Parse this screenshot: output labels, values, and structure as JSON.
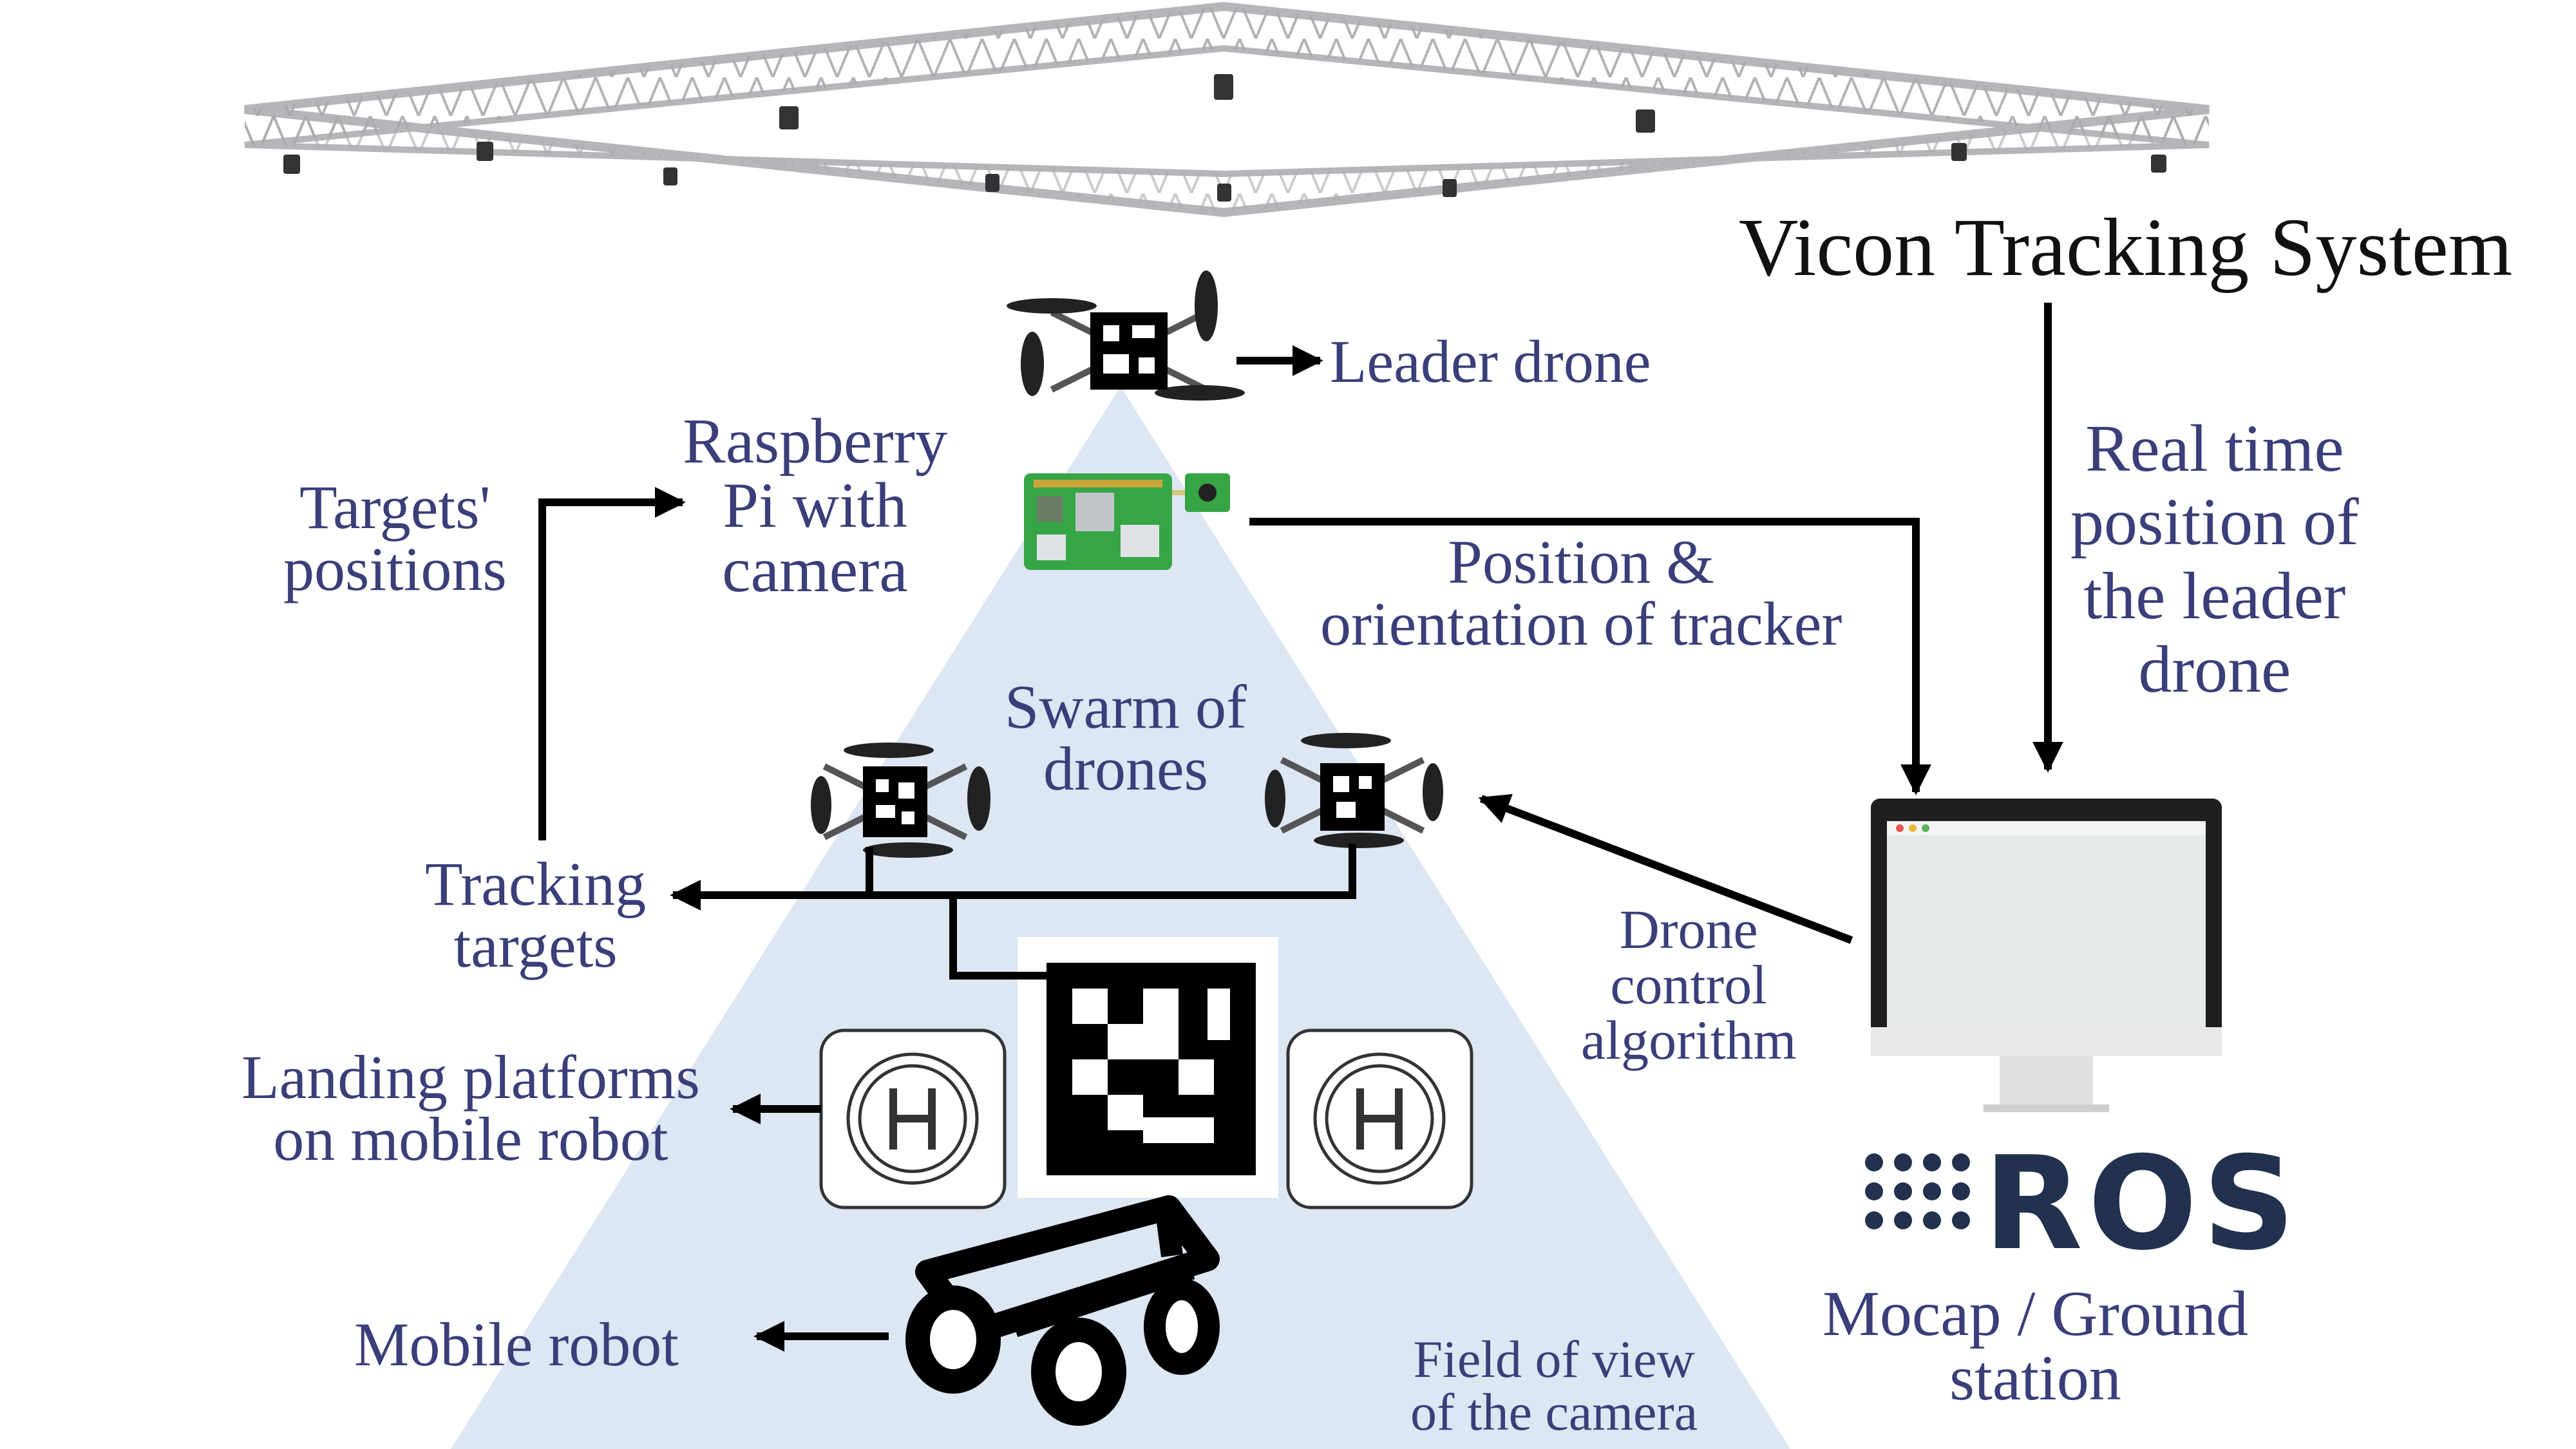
{
  "colors": {
    "label_text": "#3a3f7a",
    "title_text": "#111111",
    "field_of_view": "#dde6f3",
    "arrows": "#000000",
    "ros_logo": "#22314e",
    "truss": "#b4b6b9",
    "pcb": "#35a546"
  },
  "title": "Vicon Tracking System",
  "labels": {
    "leader_drone": "Leader drone",
    "raspberry_pi": [
      "Raspberry",
      "Pi with",
      "camera"
    ],
    "targets_positions": [
      "Targets'",
      "positions"
    ],
    "position_orientation": [
      "Position &",
      "orientation of tracker"
    ],
    "real_time_position": [
      "Real time",
      "position of",
      "the leader",
      "drone"
    ],
    "swarm_of_drones": [
      "Swarm of",
      "drones"
    ],
    "tracking_targets": [
      "Tracking",
      "targets"
    ],
    "drone_control_algorithm": [
      "Drone",
      "control",
      "algorithm"
    ],
    "landing_platforms": [
      "Landing platforms",
      "on mobile robot"
    ],
    "mobile_robot": "Mobile robot",
    "field_of_view": [
      "Field of view",
      "of the camera"
    ],
    "mocap_ground_station": [
      "Mocap / Ground",
      "station"
    ]
  },
  "logo": {
    "text": "ROS"
  },
  "icons": [
    "camera-truss-icon",
    "drone-icon",
    "raspberry-pi-icon",
    "aruco-marker-icon",
    "helipad-icon",
    "mobile-robot-icon",
    "monitor-icon",
    "ros-logo-icon"
  ]
}
